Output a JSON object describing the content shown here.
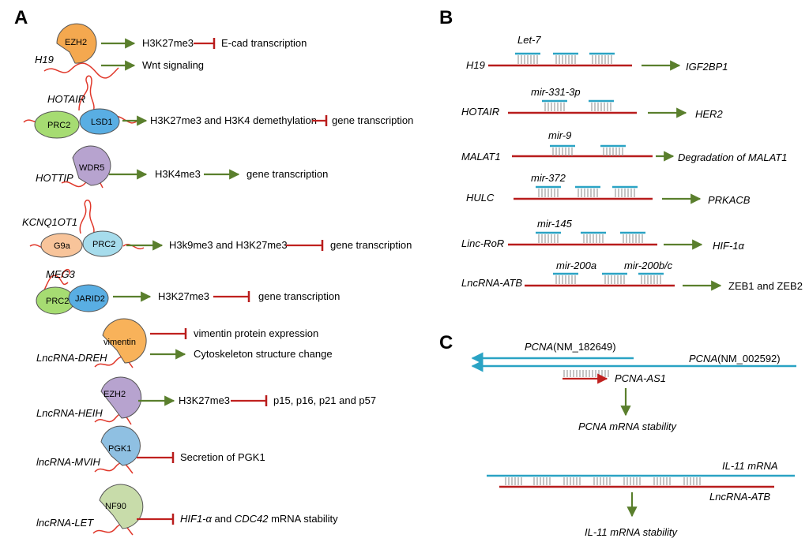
{
  "panels": {
    "a": "A",
    "b": "B",
    "c": "C"
  },
  "panel_a": {
    "rows": [
      {
        "lnc": "H19",
        "protein": "EZH2",
        "lines": [
          {
            "parts": [
              {
                "t": "H3K27me3"
              }
            ],
            "effect": [
              {
                "t": "E-cad transcription"
              }
            ]
          },
          {
            "parts": [
              {
                "t": "Wnt signaling"
              }
            ],
            "effect": []
          }
        ]
      },
      {
        "lnc": "HOTAIR",
        "proteins": [
          "PRC2",
          "LSD1"
        ],
        "lines": [
          {
            "parts": [
              {
                "t": "H3K27me3 and H3K4 demethylation"
              }
            ],
            "effect": [
              {
                "t": "gene transcription"
              }
            ]
          }
        ]
      },
      {
        "lnc": "HOTTIP",
        "protein": "WDR5",
        "lines": [
          {
            "parts": [
              {
                "t": "H3K4me3"
              }
            ],
            "effect": [
              {
                "t": "gene transcription"
              }
            ]
          }
        ]
      },
      {
        "lnc": "KCNQ1OT1",
        "proteins": [
          "G9a",
          "PRC2"
        ],
        "lines": [
          {
            "parts": [
              {
                "t": "H3k9me3 and H3K27me3"
              }
            ],
            "effect": [
              {
                "t": "gene transcription"
              }
            ]
          }
        ]
      },
      {
        "lnc": "MEG3",
        "proteins": [
          "PRC2",
          "JARID2"
        ],
        "lines": [
          {
            "parts": [
              {
                "t": "H3K27me3"
              }
            ],
            "effect": [
              {
                "t": "gene transcription"
              }
            ]
          }
        ]
      },
      {
        "lnc": "LncRNA-DREH",
        "protein": "vimentin",
        "lines": [
          {
            "parts": [],
            "effect": [
              {
                "t": "vimentin protein expression"
              }
            ]
          },
          {
            "parts": [
              {
                "t": "Cytoskeleton structure change"
              }
            ],
            "effect": []
          }
        ]
      },
      {
        "lnc": "LncRNA-HEIH",
        "protein": "EZH2",
        "lines": [
          {
            "parts": [
              {
                "t": "H3K27me3"
              }
            ],
            "effect": [
              {
                "t": "p15, p16, p21 and p57"
              }
            ]
          }
        ]
      },
      {
        "lnc": "lncRNA-MVIH",
        "protein": "PGK1",
        "lines": [
          {
            "parts": [],
            "effect": [
              {
                "t": "Secretion  of PGK1"
              }
            ]
          }
        ]
      },
      {
        "lnc": "lncRNA-LET",
        "protein": "NF90",
        "lines": [
          {
            "parts": [],
            "effect": [
              {
                "t": "HIF1-α",
                "i": true
              },
              {
                "t": " and "
              },
              {
                "t": "CDC42",
                "i": true
              },
              {
                "t": " mRNA stability"
              }
            ]
          }
        ]
      }
    ]
  },
  "panel_b": {
    "rows": [
      {
        "lnc": "H19",
        "mirna": [
          "Let-7"
        ],
        "target": "IGF2BP1",
        "target_italic": true
      },
      {
        "lnc": "HOTAIR",
        "mirna": [
          "mir-331-3p"
        ],
        "target": "HER2",
        "target_italic": true
      },
      {
        "lnc": "MALAT1",
        "mirna": [
          "mir-9"
        ],
        "target": "Degradation of MALAT1",
        "target_italic": true
      },
      {
        "lnc": "HULC",
        "mirna": [
          "mir-372"
        ],
        "target": "PRKACB",
        "target_italic": true
      },
      {
        "lnc": "Linc-RoR",
        "mirna": [
          "mir-145"
        ],
        "target": "HIF-1α",
        "target_italic": true
      },
      {
        "lnc": "LncRNA-ATB",
        "mirna": [
          "mir-200a",
          "mir-200b/c"
        ],
        "target": "ZEB1 and ZEB2",
        "target_italic": false
      }
    ]
  },
  "panel_c": {
    "pcna_short_gene": "PCNA",
    "pcna_short_id": "(NM_182649)",
    "pcna_long_gene": "PCNA",
    "pcna_long_id": "(NM_002592)",
    "antisense": "PCNA-AS1",
    "result1": "PCNA mRNA stability",
    "il11": "IL-11 mRNA",
    "atb": "LncRNA-ATB",
    "result2": "IL-11 mRNA stability"
  },
  "colors": {
    "rna_red": "#e0382b",
    "arrow_green": "#5a7f2d",
    "inhibit_red": "#c0211f",
    "mirna_blue": "#2aa3c4",
    "ezh2": "#f4a84f",
    "prc2": "#a6dc72",
    "lsd1": "#59aee3",
    "wdr5": "#b7a3cf",
    "g9a": "#f8c49a",
    "vimentin": "#f8b25a",
    "pgk1": "#8fc0e2",
    "nf90": "#c8dcaa"
  }
}
